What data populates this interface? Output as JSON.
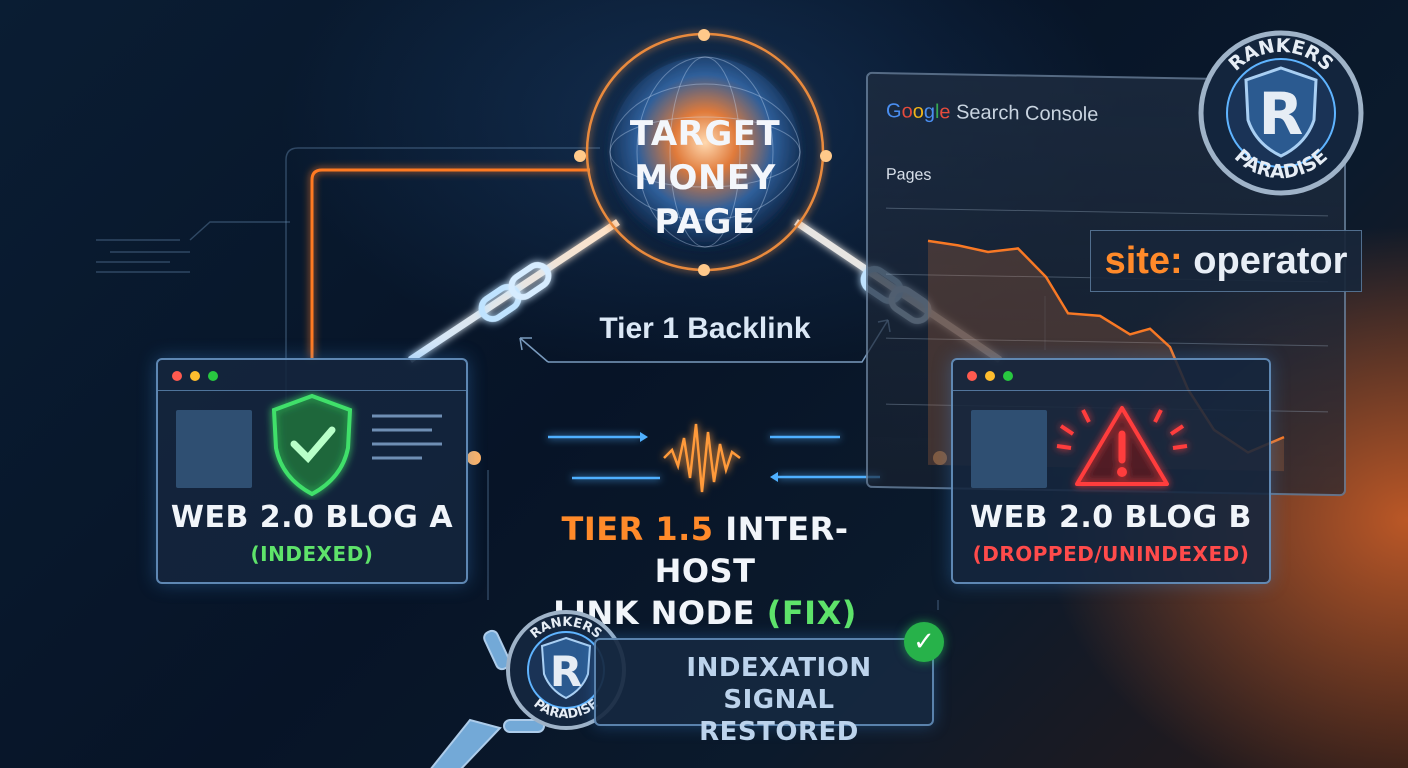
{
  "target": {
    "line1": "TARGET",
    "line2": "MONEY PAGE"
  },
  "tier1_label": "Tier 1 Backlink",
  "blog_a": {
    "title": "WEB 2.0 BLOG A",
    "status": "(INDEXED)",
    "status_color": "#5ee36a"
  },
  "blog_b": {
    "title": "WEB 2.0 BLOG B",
    "status": "(DROPPED/UNINDEXED)",
    "status_color": "#ff4b4b"
  },
  "tier15": {
    "tier": "TIER 1.5",
    "rest1": " INTER-HOST",
    "line2a": "LINK NODE ",
    "fix": "(FIX)"
  },
  "gsc": {
    "brand": "Google",
    "product": " Search Console",
    "section": "Pages"
  },
  "site_operator": {
    "prefix": "site:",
    "suffix": " operator"
  },
  "signal": {
    "line1": "INDEXATION SIGNAL",
    "line2": "RESTORED"
  },
  "badge": {
    "top": "RANKERS",
    "bottom": "PARADISE",
    "letter": "R"
  },
  "colors": {
    "orange": "#ff8a2a",
    "blue_glow": "#5fb4ff",
    "green": "#37d65a",
    "red": "#ff4040"
  },
  "icons": {
    "blog_a": "shield-check-icon",
    "blog_b": "warning-triangle-icon",
    "signal": "check-circle-icon"
  }
}
